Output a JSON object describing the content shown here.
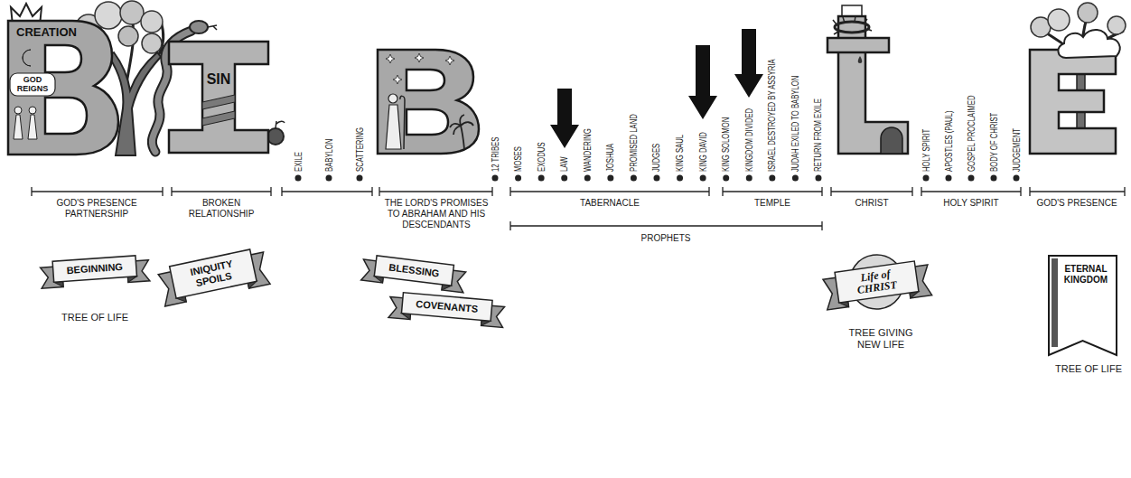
{
  "diagram": {
    "nodes": [
      {
        "text": [
          "CREATION",
          "GOD REIGNS"
        ]
      },
      {
        "text": [
          "SIN"
        ]
      },
      {
        "text": [
          "BEGINNING"
        ]
      },
      {
        "text": [
          "INIQUITY SPOILS"
        ]
      },
      {
        "text": [
          "BLESSING"
        ]
      },
      {
        "text": [
          "COVENANTS"
        ]
      },
      {
        "text": [
          "Life of CHRIST"
        ]
      },
      {
        "text": [
          "ETERNAL KINGDOM"
        ]
      }
    ],
    "labels": [
      "EXILE",
      "BABYLON",
      "SCATTERING",
      "12 TRIBES",
      "MOSES",
      "EXODUS",
      "LAW",
      "WANDERING",
      "JOSHUA",
      "PROMISED LAND",
      "JUDGES",
      "KING SAUL",
      "KING DAVID",
      "KING SOLOMON",
      "KINGDOM DIVIDED",
      "ISRAEL DESTROYED BY ASSYRIA",
      "JUDAH EXILED TO BABYLON",
      "RETURN FROM EXILE",
      "HOLY SPIRIT",
      "APOSTLES (PAUL)",
      "GOSPEL PROCLAIMED",
      "BODY OF CHRIST",
      "JUDGEMENT",
      "GOD'S PRESENCE PARTNERSHIP",
      "BROKEN RELATIONSHIP",
      "THE LORD'S PROMISES TO ABRAHAM AND HIS DESCENDANTS",
      "TABERNACLE",
      "TEMPLE",
      "CHRIST",
      "HOLY SPIRIT",
      "GOD'S PRESENCE",
      "PROPHETS",
      "TREE OF LIFE",
      "TREE GIVING NEW LIFE",
      "TREE OF LIFE"
    ]
  }
}
